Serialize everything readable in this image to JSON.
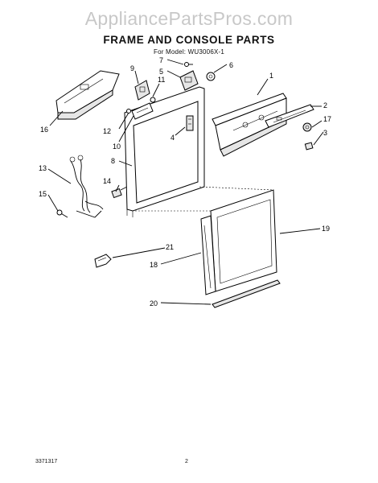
{
  "watermark": "AppliancePartsPros.com",
  "title": "FRAME AND CONSOLE PARTS",
  "subtitle": "For Model: WU3006X-1",
  "footer": {
    "code": "3371317",
    "page": "2"
  },
  "callouts": [
    "1",
    "2",
    "3",
    "4",
    "5",
    "6",
    "7",
    "8",
    "9",
    "10",
    "11",
    "12",
    "13",
    "14",
    "15",
    "16",
    "17",
    "18",
    "19",
    "20",
    "21"
  ]
}
